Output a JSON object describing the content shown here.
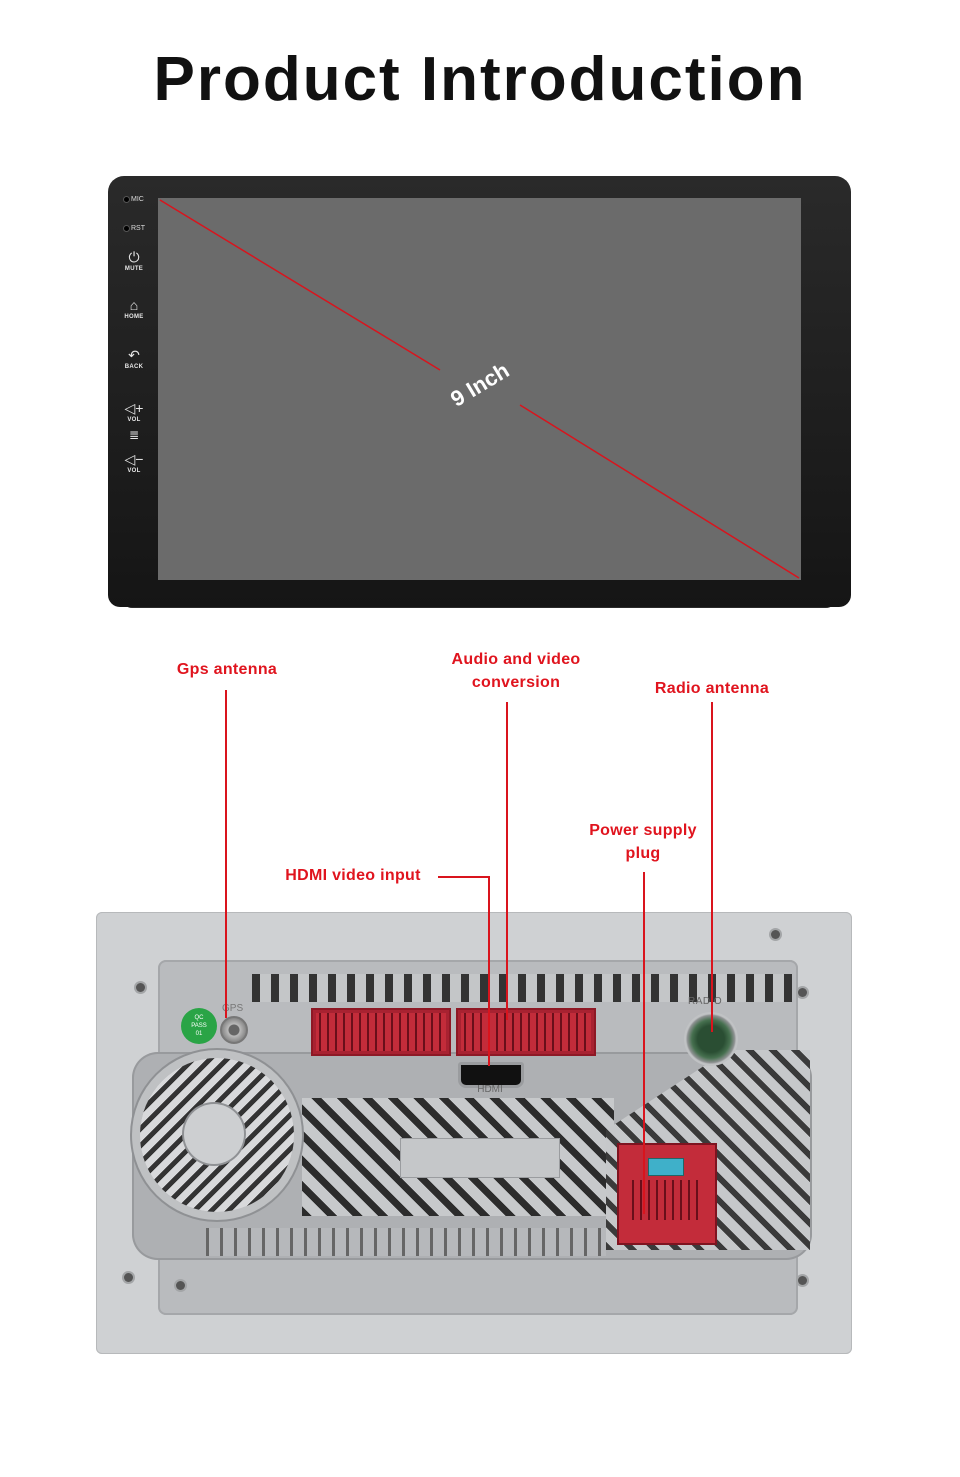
{
  "title": "Product Introduction",
  "front": {
    "screen_size": "9 Inch",
    "buttons": [
      {
        "icon": "mic-hole",
        "label": "MIC"
      },
      {
        "icon": "reset-hole",
        "label": "RST"
      },
      {
        "icon": "power-icon",
        "label": "MUTE"
      },
      {
        "icon": "home-icon",
        "label": "HOME"
      },
      {
        "icon": "back-icon",
        "label": "BACK"
      },
      {
        "icon": "volume-up-icon",
        "label": "VOL"
      },
      {
        "icon": "volume-down-icon",
        "label": "VOL"
      }
    ]
  },
  "callouts": {
    "gps": "Gps antenna",
    "av_line1": "Audio and video",
    "av_line2": "conversion",
    "radio": "Radio antenna",
    "power_line1": "Power supply",
    "power_line2": "plug",
    "hdmi": "HDMI video input"
  },
  "back": {
    "gps_port_label": "GPS",
    "radio_port_label": "RADIO",
    "hdmi_port_label": "HDMI",
    "qc_line1": "QC",
    "qc_line2": "PASS",
    "qc_line3": "01"
  },
  "colors": {
    "accent": "#e0141e",
    "screen": "#6b6b6b",
    "bezel": "#1e1e1e"
  }
}
